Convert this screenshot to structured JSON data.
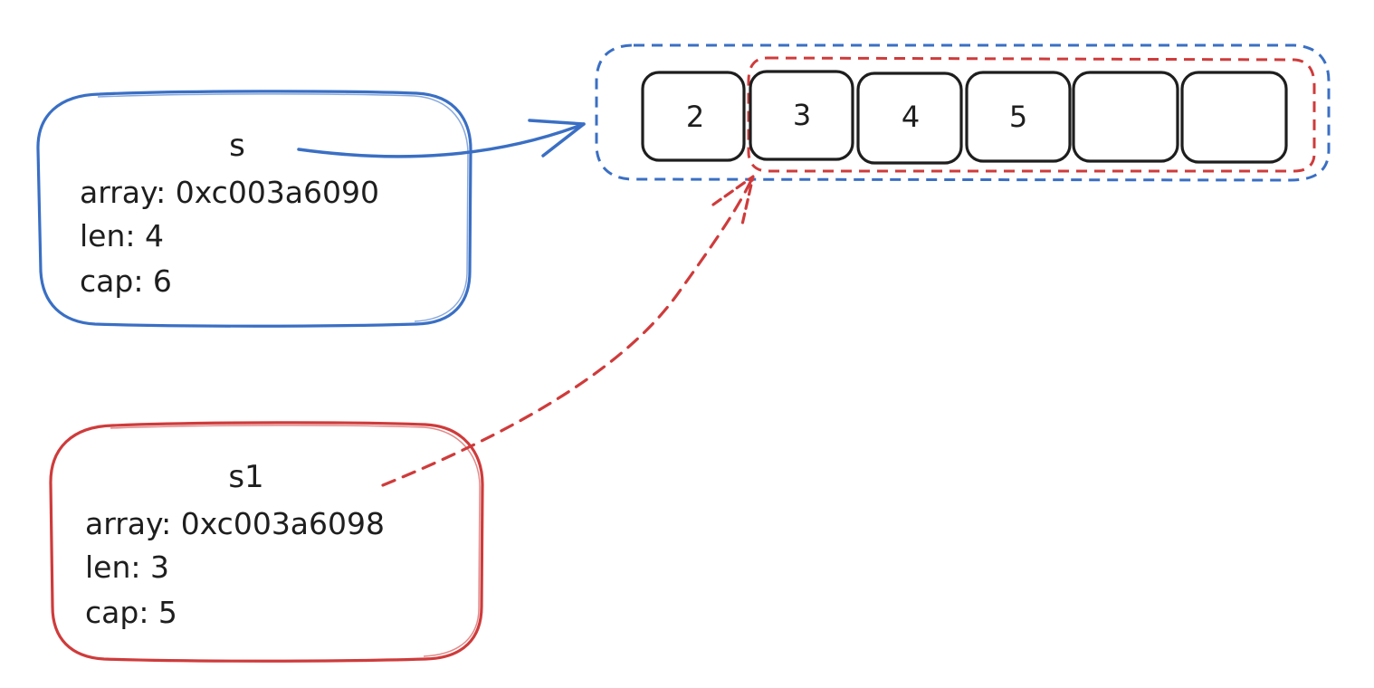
{
  "colors": {
    "blue": "#3a6fc4",
    "red": "#cf3b3b",
    "ink": "#1e1e1e",
    "background": "#ffffff"
  },
  "slice_s": {
    "name": "s",
    "array_line": "array: 0xc003a6090",
    "len_line": "len: 4",
    "cap_line": "cap: 6"
  },
  "slice_s1": {
    "name": "s1",
    "array_line": "array: 0xc003a6098",
    "len_line": "len: 3",
    "cap_line": "cap: 5"
  },
  "array": {
    "cells": [
      "2",
      "3",
      "4",
      "5",
      "",
      ""
    ]
  }
}
